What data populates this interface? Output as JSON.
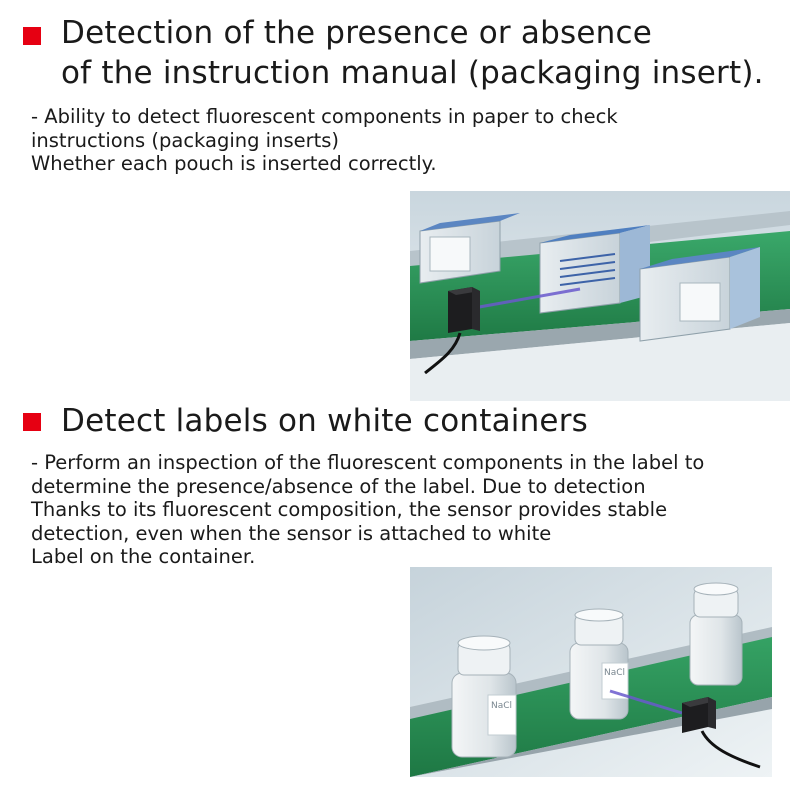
{
  "section1": {
    "heading_line1": "Detection of the presence or absence",
    "heading_line2": "of the instruction manual (packaging insert).",
    "desc_lines": [
      "- Ability to detect fluorescent components in paper to check",
      "instructions (packaging inserts)",
      "Whether each pouch is inserted correctly."
    ],
    "image_icon": "conveyor-boxes-sensor-illustration"
  },
  "section2": {
    "heading": "Detect labels on white containers",
    "desc_lines": [
      "- Perform an inspection of the fluorescent components in the label to",
      "determine the presence/absence of the label. Due to detection",
      "Thanks to its fluorescent composition, the sensor provides stable",
      "detection, even when the sensor is attached to white",
      "Label on the container."
    ],
    "image_icon": "conveyor-bottles-sensor-illustration",
    "bottle_label": "NaCl"
  },
  "colors": {
    "bullet": "#e60012",
    "conveyor_green": "#2f9a5a",
    "sensor_beam": "#6a5acd"
  }
}
